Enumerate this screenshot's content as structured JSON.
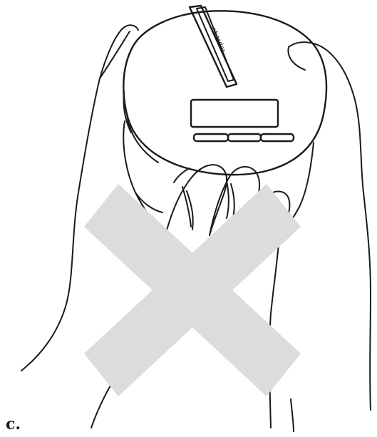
{
  "figure": {
    "panel_label": "c.",
    "device_brand": "charder",
    "status_mark": "cross",
    "cross_color": "#dcdcdc"
  }
}
